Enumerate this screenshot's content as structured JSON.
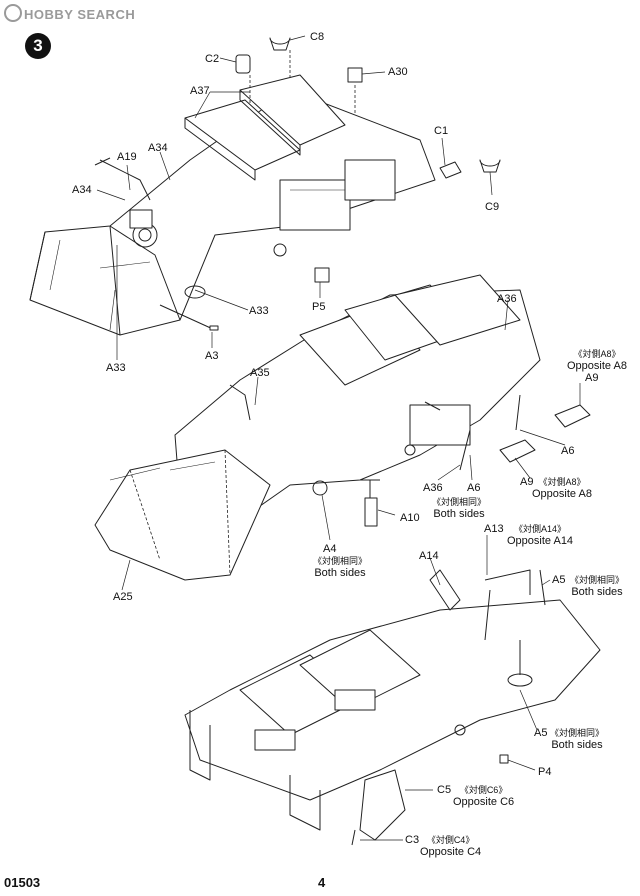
{
  "watermark": "HOBBY SEARCH",
  "step_number": "3",
  "footer": {
    "product_code": "01503",
    "page_number": "4"
  },
  "labels": {
    "c8": "C8",
    "c2": "C2",
    "a30": "A30",
    "a37": "A37",
    "c1": "C1",
    "c9": "C9",
    "a19": "A19",
    "a34_top": "A34",
    "a34_left": "A34",
    "p5": "P5",
    "a33_right": "A33",
    "a3": "A3",
    "a33_left": "A33",
    "a36_top": "A36",
    "a8_note": "《対側A8》",
    "a8_opp": "Opposite A8",
    "a9_top": "A9",
    "a35": "A35",
    "a6_right": "A6",
    "a9_bottom": "A9",
    "a8_note2": "《対側A8》",
    "a8_opp2": "Opposite A8",
    "a36_bottom": "A36",
    "a6_bottom": "A6",
    "both_sides_note1": "《対側相同》",
    "both_sides1": "Both sides",
    "a10": "A10",
    "a4": "A4",
    "both_sides_note2": "《対側相同》",
    "both_sides2": "Both sides",
    "a25": "A25",
    "a13": "A13",
    "a14_note": "《対側A14》",
    "a14_opp": "Opposite A14",
    "a14": "A14",
    "a5_top": "A5",
    "a5_note_top": "《対側相同》",
    "a5_both_top": "Both sides",
    "a5_bottom": "A5",
    "a5_note_bottom": "《対側相同》",
    "a5_both_bottom": "Both sides",
    "p4": "P4",
    "c5": "C5",
    "c6_note": "《対側C6》",
    "c6_opp": "Opposite C6",
    "c3": "C3",
    "c4_note": "《対側C4》",
    "c4_opp": "Opposite C4"
  }
}
